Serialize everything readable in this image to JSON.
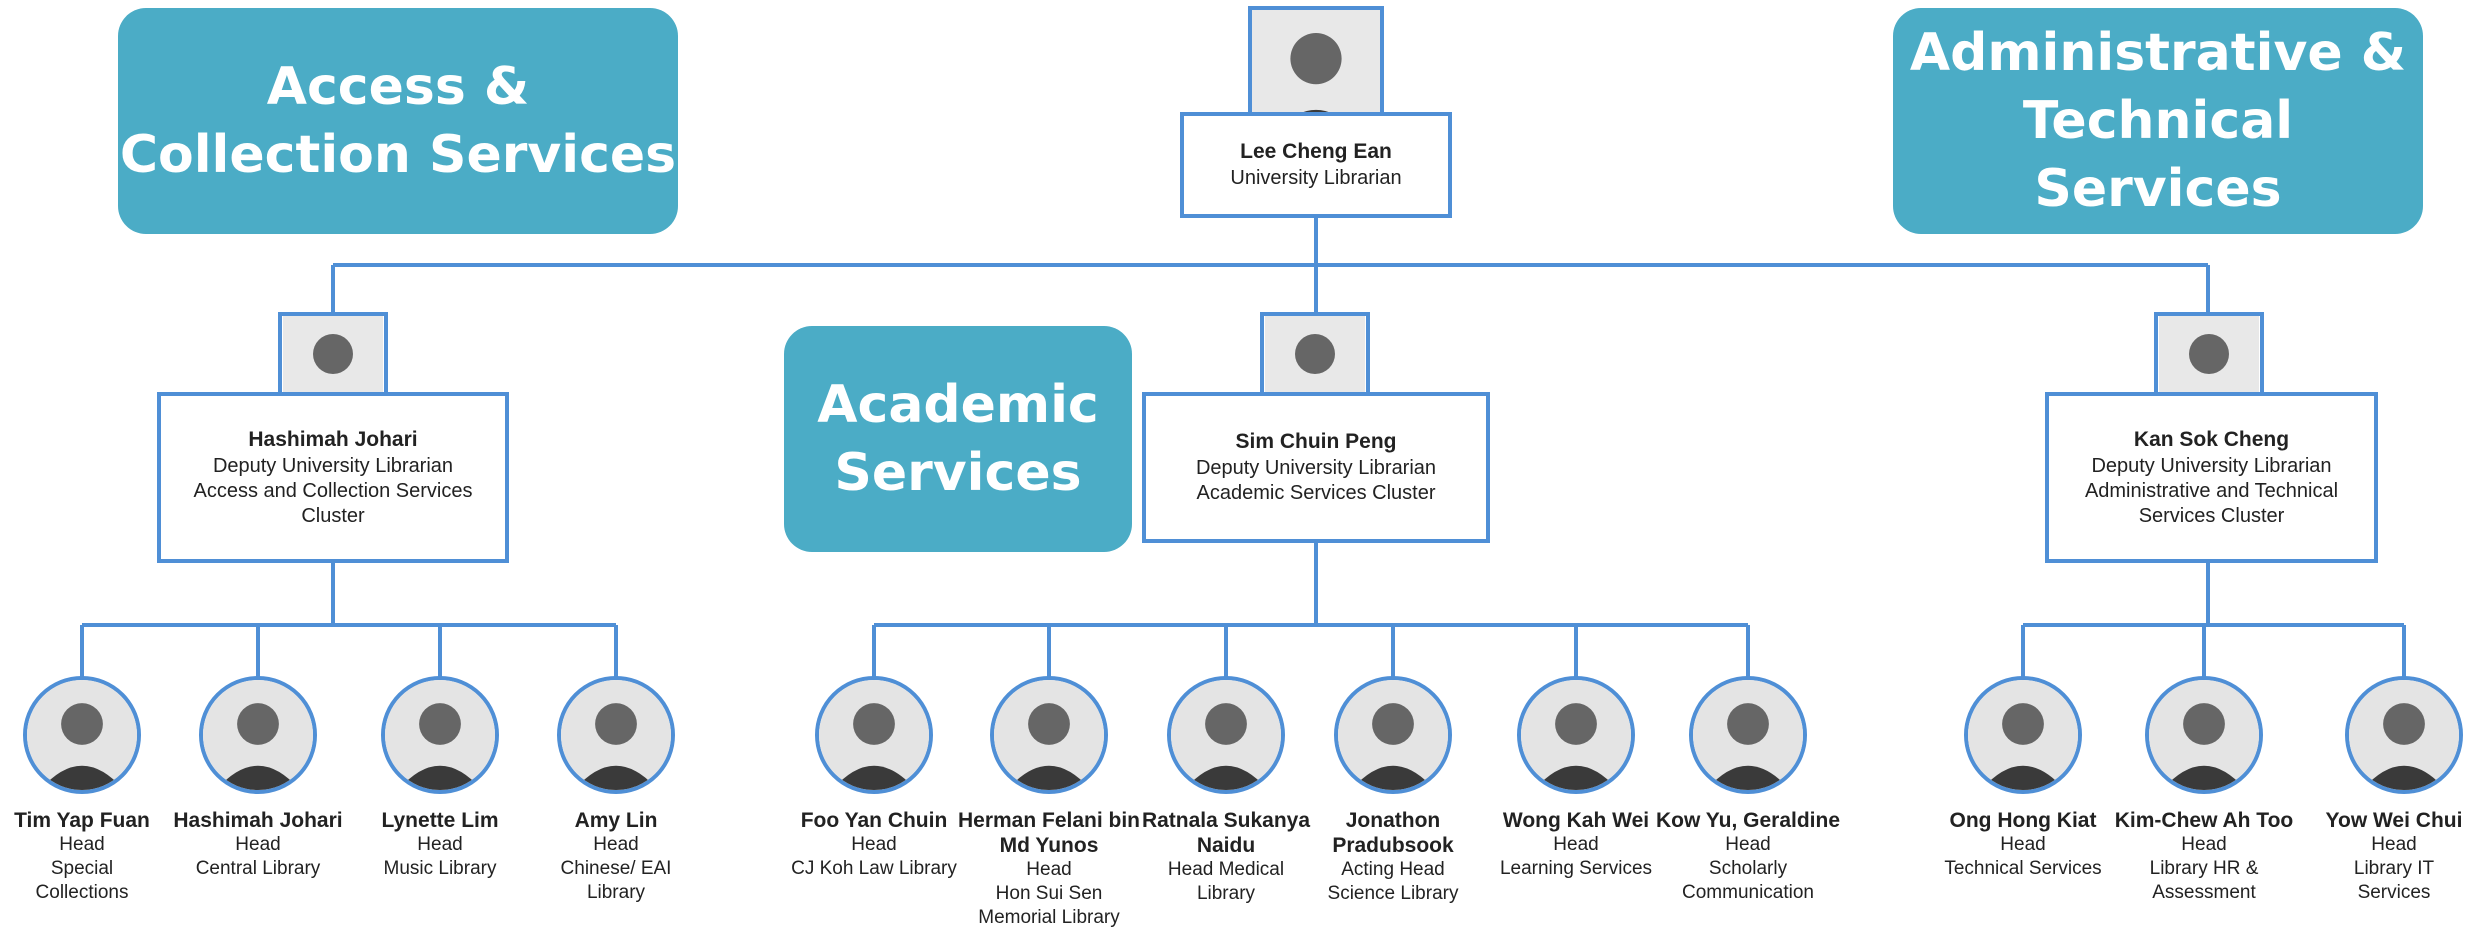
{
  "banners": {
    "access": [
      "Access &",
      "Collection Services"
    ],
    "academic": [
      "Academic",
      "Services"
    ],
    "admin": [
      "Administrative &",
      "Technical Services"
    ]
  },
  "top": {
    "name": "Lee Cheng Ean",
    "title": "University Librarian"
  },
  "clusters": [
    {
      "name": "Hashimah Johari",
      "lines": [
        "Deputy University Librarian",
        "Access and Collection Services",
        "Cluster"
      ]
    },
    {
      "name": "Sim Chuin Peng",
      "lines": [
        "Deputy University Librarian",
        "Academic Services Cluster"
      ]
    },
    {
      "name": "Kan Sok Cheng",
      "lines": [
        "Deputy University Librarian",
        "Administrative and Technical",
        "Services Cluster"
      ]
    }
  ],
  "staff": [
    {
      "name": "Tim Yap Fuan",
      "lines": [
        "Head",
        "Special",
        "Collections"
      ]
    },
    {
      "name": "Hashimah Johari",
      "lines": [
        "Head",
        "Central Library"
      ]
    },
    {
      "name": "Lynette Lim",
      "lines": [
        "Head",
        "Music Library"
      ]
    },
    {
      "name": "Amy Lin",
      "lines": [
        "Head",
        "Chinese/ EAI",
        "Library"
      ]
    },
    {
      "name": "Foo Yan Chuin",
      "lines": [
        "Head",
        "CJ Koh Law Library"
      ]
    },
    {
      "name": "Herman Felani bin Md Yunos",
      "lines": [
        "Head",
        "Hon Sui Sen",
        "Memorial Library"
      ]
    },
    {
      "name": "Ratnala Sukanya Naidu",
      "lines": [
        "Head Medical",
        "Library"
      ]
    },
    {
      "name": "Jonathon Pradubsook",
      "lines": [
        "Acting Head",
        "Science Library"
      ]
    },
    {
      "name": "Wong Kah Wei",
      "lines": [
        "Head",
        "Learning Services"
      ]
    },
    {
      "name": "Kow Yu, Geraldine",
      "lines": [
        "Head",
        "Scholarly",
        "Communication"
      ]
    },
    {
      "name": "Ong Hong Kiat",
      "lines": [
        "Head",
        "Technical Services"
      ]
    },
    {
      "name": "Kim-Chew Ah Too",
      "lines": [
        "Head",
        "Library HR &",
        "Assessment"
      ]
    },
    {
      "name": "Yow Wei Chui",
      "lines": [
        "Head",
        "Library IT",
        "Services"
      ]
    }
  ],
  "colors": {
    "banner": "#4bacc6",
    "connector": "#4f8fd6",
    "text": "#222222"
  }
}
